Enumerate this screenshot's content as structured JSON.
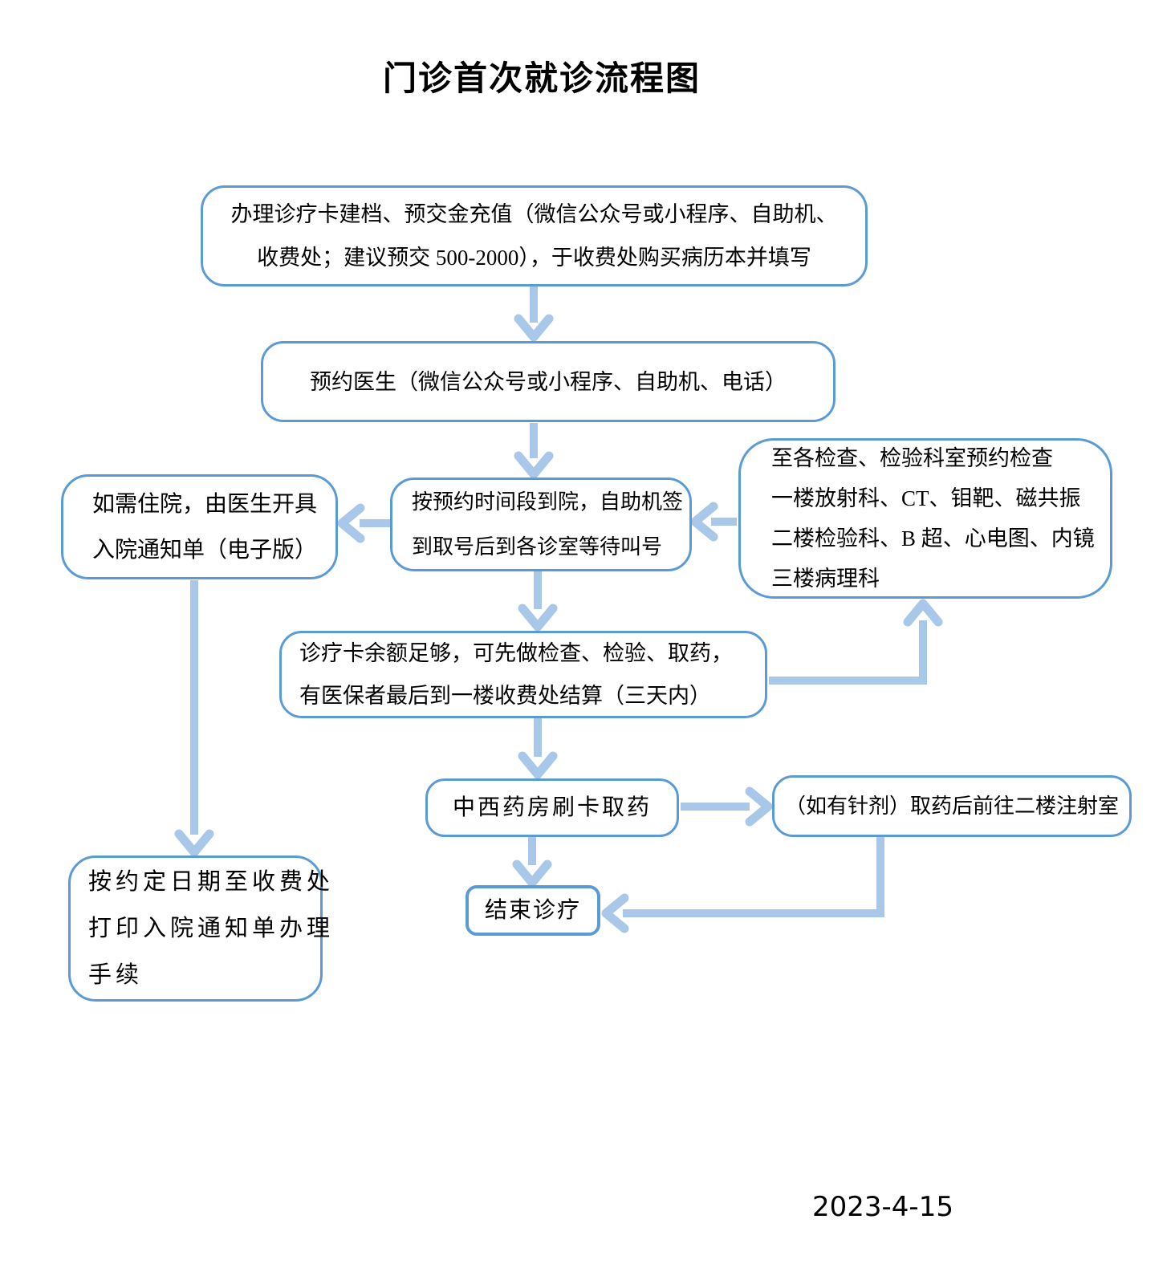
{
  "title": "门诊首次就诊流程图",
  "date": "2023-4-15",
  "colors": {
    "box_border": "#5B9BD5",
    "arrow": "#A9C7E8",
    "text": "#000000",
    "background": "#FFFFFF"
  },
  "nodes": {
    "register": {
      "lines": [
        "办理诊疗卡建档、预交金充值（微信公众号或小程序、自助机、",
        "收费处；建议预交 500-2000），于收费处购买病历本并填写"
      ]
    },
    "appointment": {
      "lines": [
        "预约医生（微信公众号或小程序、自助机、电话）"
      ]
    },
    "checkin": {
      "lines": [
        "按预约时间段到院，自助机签",
        "到取号后到各诊室等待叫号"
      ]
    },
    "hospitalize": {
      "lines": [
        "如需住院，由医生开具",
        "入院通知单（电子版）"
      ]
    },
    "exams": {
      "lines": [
        "至各检查、检验科室预约检查",
        "一楼放射科、CT、钼靶、磁共振",
        "二楼检验科、B 超、心电图、内镜",
        "三楼病理科"
      ]
    },
    "balance": {
      "lines": [
        "诊疗卡余额足够，可先做检查、检验、取药，",
        "有医保者最后到一楼收费处结算（三天内）"
      ]
    },
    "pharmacy": {
      "lines": [
        "中西药房刷卡取药"
      ]
    },
    "injection": {
      "lines": [
        "（如有针剂）取药后前往二楼注射室"
      ]
    },
    "end": {
      "lines": [
        "结束诊疗"
      ]
    },
    "admission": {
      "lines": [
        "按约定日期至收费处",
        "打印入院通知单办理",
        "手续"
      ]
    }
  }
}
